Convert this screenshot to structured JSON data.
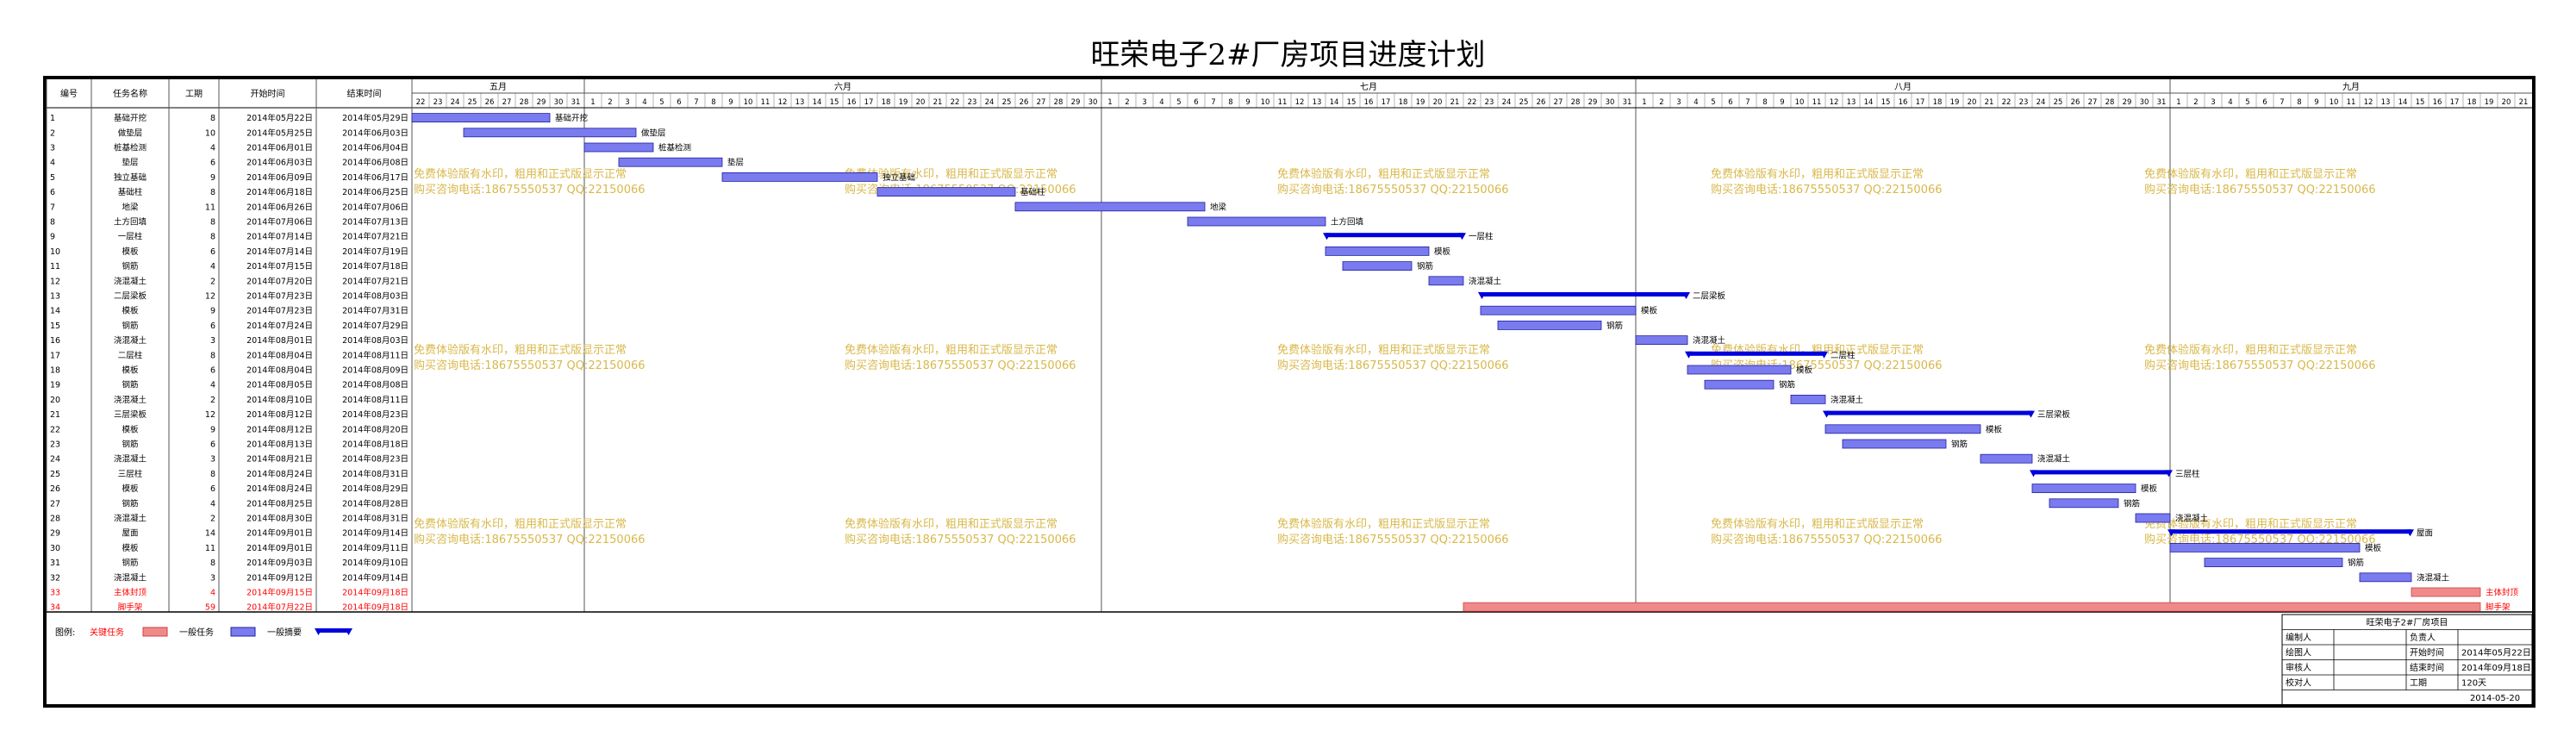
{
  "title": "旺荣电子2#厂房项目进度计划",
  "colors": {
    "critical": "#f08a8a",
    "critical_text": "#ff0000",
    "normal": "#7b7bf0",
    "summary": "#0000dd",
    "watermark": "#d8b84a"
  },
  "headers": {
    "id": "编号",
    "name": "任务名称",
    "dur": "工期",
    "start": "开始时间",
    "end": "结束时间"
  },
  "months": [
    {
      "label": "五月",
      "days": [
        22,
        23,
        24,
        25,
        26,
        27,
        28,
        29,
        30,
        31
      ]
    },
    {
      "label": "六月",
      "days": [
        1,
        2,
        3,
        4,
        5,
        6,
        7,
        8,
        9,
        10,
        11,
        12,
        13,
        14,
        15,
        16,
        17,
        18,
        19,
        20,
        21,
        22,
        23,
        24,
        25,
        26,
        27,
        28,
        29,
        30
      ]
    },
    {
      "label": "七月",
      "days": [
        1,
        2,
        3,
        4,
        5,
        6,
        7,
        8,
        9,
        10,
        11,
        12,
        13,
        14,
        15,
        16,
        17,
        18,
        19,
        20,
        21,
        22,
        23,
        24,
        25,
        26,
        27,
        28,
        29,
        30,
        31
      ]
    },
    {
      "label": "八月",
      "days": [
        1,
        2,
        3,
        4,
        5,
        6,
        7,
        8,
        9,
        10,
        11,
        12,
        13,
        14,
        15,
        16,
        17,
        18,
        19,
        20,
        21,
        22,
        23,
        24,
        25,
        26,
        27,
        28,
        29,
        30,
        31
      ]
    },
    {
      "label": "九月",
      "days": [
        1,
        2,
        3,
        4,
        5,
        6,
        7,
        8,
        9,
        10,
        11,
        12,
        13,
        14,
        15,
        16,
        17,
        18,
        19,
        20,
        21
      ]
    }
  ],
  "chart_data": {
    "type": "gantt",
    "x_start": "2014-05-22",
    "x_end": "2014-09-21",
    "tasks": [
      {
        "id": "1",
        "name": "基础开挖",
        "dur": 8,
        "start_label": "2014年05月22日",
        "end_label": "2014年05月29日",
        "start": "2014-05-22",
        "end": "2014-05-29",
        "kind": "normal",
        "bar_label": "基础开挖"
      },
      {
        "id": "2",
        "name": "做垫层",
        "dur": 10,
        "start_label": "2014年05月25日",
        "end_label": "2014年06月03日",
        "start": "2014-05-25",
        "end": "2014-06-03",
        "kind": "normal",
        "bar_label": "做垫层"
      },
      {
        "id": "3",
        "name": "桩基检测",
        "dur": 4,
        "start_label": "2014年06月01日",
        "end_label": "2014年06月04日",
        "start": "2014-06-01",
        "end": "2014-06-04",
        "kind": "normal",
        "bar_label": "桩基检测"
      },
      {
        "id": "4",
        "name": "垫层",
        "dur": 6,
        "start_label": "2014年06月03日",
        "end_label": "2014年06月08日",
        "start": "2014-06-03",
        "end": "2014-06-08",
        "kind": "normal",
        "bar_label": "垫层"
      },
      {
        "id": "5",
        "name": "独立基础",
        "dur": 9,
        "start_label": "2014年06月09日",
        "end_label": "2014年06月17日",
        "start": "2014-06-09",
        "end": "2014-06-17",
        "kind": "normal",
        "bar_label": "独立基础"
      },
      {
        "id": "6",
        "name": "基础柱",
        "dur": 8,
        "start_label": "2014年06月18日",
        "end_label": "2014年06月25日",
        "start": "2014-06-18",
        "end": "2014-06-25",
        "kind": "normal",
        "bar_label": "基础柱"
      },
      {
        "id": "7",
        "name": "地梁",
        "dur": 11,
        "start_label": "2014年06月26日",
        "end_label": "2014年07月06日",
        "start": "2014-06-26",
        "end": "2014-07-06",
        "kind": "normal",
        "bar_label": "地梁"
      },
      {
        "id": "8",
        "name": "土方回填",
        "dur": 8,
        "start_label": "2014年07月06日",
        "end_label": "2014年07月13日",
        "start": "2014-07-06",
        "end": "2014-07-13",
        "kind": "normal",
        "bar_label": "土方回填"
      },
      {
        "id": "9",
        "name": "一层柱",
        "dur": 8,
        "start_label": "2014年07月14日",
        "end_label": "2014年07月21日",
        "start": "2014-07-14",
        "end": "2014-07-21",
        "kind": "summary",
        "bar_label": "一层柱"
      },
      {
        "id": "10",
        "name": "模板",
        "dur": 6,
        "start_label": "2014年07月14日",
        "end_label": "2014年07月19日",
        "start": "2014-07-14",
        "end": "2014-07-19",
        "kind": "normal",
        "bar_label": "模板"
      },
      {
        "id": "11",
        "name": "钢筋",
        "dur": 4,
        "start_label": "2014年07月15日",
        "end_label": "2014年07月18日",
        "start": "2014-07-15",
        "end": "2014-07-18",
        "kind": "normal",
        "bar_label": "钢筋"
      },
      {
        "id": "12",
        "name": "浇混凝土",
        "dur": 2,
        "start_label": "2014年07月20日",
        "end_label": "2014年07月21日",
        "start": "2014-07-20",
        "end": "2014-07-21",
        "kind": "normal",
        "bar_label": "浇混凝土"
      },
      {
        "id": "13",
        "name": "二层梁板",
        "dur": 12,
        "start_label": "2014年07月23日",
        "end_label": "2014年08月03日",
        "start": "2014-07-23",
        "end": "2014-08-03",
        "kind": "summary",
        "bar_label": "二层梁板"
      },
      {
        "id": "14",
        "name": "模板",
        "dur": 9,
        "start_label": "2014年07月23日",
        "end_label": "2014年07月31日",
        "start": "2014-07-23",
        "end": "2014-07-31",
        "kind": "normal",
        "bar_label": "模板"
      },
      {
        "id": "15",
        "name": "钢筋",
        "dur": 6,
        "start_label": "2014年07月24日",
        "end_label": "2014年07月29日",
        "start": "2014-07-24",
        "end": "2014-07-29",
        "kind": "normal",
        "bar_label": "钢筋"
      },
      {
        "id": "16",
        "name": "浇混凝土",
        "dur": 3,
        "start_label": "2014年08月01日",
        "end_label": "2014年08月03日",
        "start": "2014-08-01",
        "end": "2014-08-03",
        "kind": "normal",
        "bar_label": "浇混凝土"
      },
      {
        "id": "17",
        "name": "二层柱",
        "dur": 8,
        "start_label": "2014年08月04日",
        "end_label": "2014年08月11日",
        "start": "2014-08-04",
        "end": "2014-08-11",
        "kind": "summary",
        "bar_label": "二层柱"
      },
      {
        "id": "18",
        "name": "模板",
        "dur": 6,
        "start_label": "2014年08月04日",
        "end_label": "2014年08月09日",
        "start": "2014-08-04",
        "end": "2014-08-09",
        "kind": "normal",
        "bar_label": "模板"
      },
      {
        "id": "19",
        "name": "钢筋",
        "dur": 4,
        "start_label": "2014年08月05日",
        "end_label": "2014年08月08日",
        "start": "2014-08-05",
        "end": "2014-08-08",
        "kind": "normal",
        "bar_label": "钢筋"
      },
      {
        "id": "20",
        "name": "浇混凝土",
        "dur": 2,
        "start_label": "2014年08月10日",
        "end_label": "2014年08月11日",
        "start": "2014-08-10",
        "end": "2014-08-11",
        "kind": "normal",
        "bar_label": "浇混凝土"
      },
      {
        "id": "21",
        "name": "三层梁板",
        "dur": 12,
        "start_label": "2014年08月12日",
        "end_label": "2014年08月23日",
        "start": "2014-08-12",
        "end": "2014-08-23",
        "kind": "summary",
        "bar_label": "三层梁板"
      },
      {
        "id": "22",
        "name": "模板",
        "dur": 9,
        "start_label": "2014年08月12日",
        "end_label": "2014年08月20日",
        "start": "2014-08-12",
        "end": "2014-08-20",
        "kind": "normal",
        "bar_label": "模板"
      },
      {
        "id": "23",
        "name": "钢筋",
        "dur": 6,
        "start_label": "2014年08月13日",
        "end_label": "2014年08月18日",
        "start": "2014-08-13",
        "end": "2014-08-18",
        "kind": "normal",
        "bar_label": "钢筋"
      },
      {
        "id": "24",
        "name": "浇混凝土",
        "dur": 3,
        "start_label": "2014年08月21日",
        "end_label": "2014年08月23日",
        "start": "2014-08-21",
        "end": "2014-08-23",
        "kind": "normal",
        "bar_label": "浇混凝土"
      },
      {
        "id": "25",
        "name": "三层柱",
        "dur": 8,
        "start_label": "2014年08月24日",
        "end_label": "2014年08月31日",
        "start": "2014-08-24",
        "end": "2014-08-31",
        "kind": "summary",
        "bar_label": "三层柱"
      },
      {
        "id": "26",
        "name": "模板",
        "dur": 6,
        "start_label": "2014年08月24日",
        "end_label": "2014年08月29日",
        "start": "2014-08-24",
        "end": "2014-08-29",
        "kind": "normal",
        "bar_label": "模板"
      },
      {
        "id": "27",
        "name": "钢筋",
        "dur": 4,
        "start_label": "2014年08月25日",
        "end_label": "2014年08月28日",
        "start": "2014-08-25",
        "end": "2014-08-28",
        "kind": "normal",
        "bar_label": "钢筋"
      },
      {
        "id": "28",
        "name": "浇混凝土",
        "dur": 2,
        "start_label": "2014年08月30日",
        "end_label": "2014年08月31日",
        "start": "2014-08-30",
        "end": "2014-08-31",
        "kind": "normal",
        "bar_label": "浇混凝土"
      },
      {
        "id": "29",
        "name": "屋面",
        "dur": 14,
        "start_label": "2014年09月01日",
        "end_label": "2014年09月14日",
        "start": "2014-09-01",
        "end": "2014-09-14",
        "kind": "summary",
        "bar_label": "屋面"
      },
      {
        "id": "30",
        "name": "模板",
        "dur": 11,
        "start_label": "2014年09月01日",
        "end_label": "2014年09月11日",
        "start": "2014-09-01",
        "end": "2014-09-11",
        "kind": "normal",
        "bar_label": "模板"
      },
      {
        "id": "31",
        "name": "钢筋",
        "dur": 8,
        "start_label": "2014年09月03日",
        "end_label": "2014年09月10日",
        "start": "2014-09-03",
        "end": "2014-09-10",
        "kind": "normal",
        "bar_label": "钢筋"
      },
      {
        "id": "32",
        "name": "浇混凝土",
        "dur": 3,
        "start_label": "2014年09月12日",
        "end_label": "2014年09月14日",
        "start": "2014-09-12",
        "end": "2014-09-14",
        "kind": "normal",
        "bar_label": "浇混凝土"
      },
      {
        "id": "33",
        "name": "主体封顶",
        "dur": 4,
        "start_label": "2014年09月15日",
        "end_label": "2014年09月18日",
        "start": "2014-09-15",
        "end": "2014-09-18",
        "kind": "critical",
        "bar_label": "主体封顶"
      },
      {
        "id": "34",
        "name": "脚手架",
        "dur": 59,
        "start_label": "2014年07月22日",
        "end_label": "2014年09月18日",
        "start": "2014-07-22",
        "end": "2014-09-18",
        "kind": "critical",
        "bar_label": "脚手架"
      }
    ]
  },
  "watermark": {
    "line1": "免费体验版有水印，粗用和正式版显示正常",
    "line2": "购买咨询电话:18675550537 QQ:22150066"
  },
  "legend": {
    "label": "图例:",
    "critical": "关键任务",
    "normal": "一般任务",
    "summary": "一般摘要"
  },
  "info": {
    "project": "旺荣电子2#厂房项目",
    "rows": [
      {
        "k1": "编制人",
        "v1": "",
        "k2": "负责人",
        "v2": ""
      },
      {
        "k1": "绘图人",
        "v1": "",
        "k2": "开始时间",
        "v2": "2014年05月22日"
      },
      {
        "k1": "审核人",
        "v1": "",
        "k2": "结束时间",
        "v2": "2014年09月18日"
      },
      {
        "k1": "校对人",
        "v1": "",
        "k2": "工期",
        "v2": "120天"
      }
    ],
    "date": "2014-05-20"
  }
}
